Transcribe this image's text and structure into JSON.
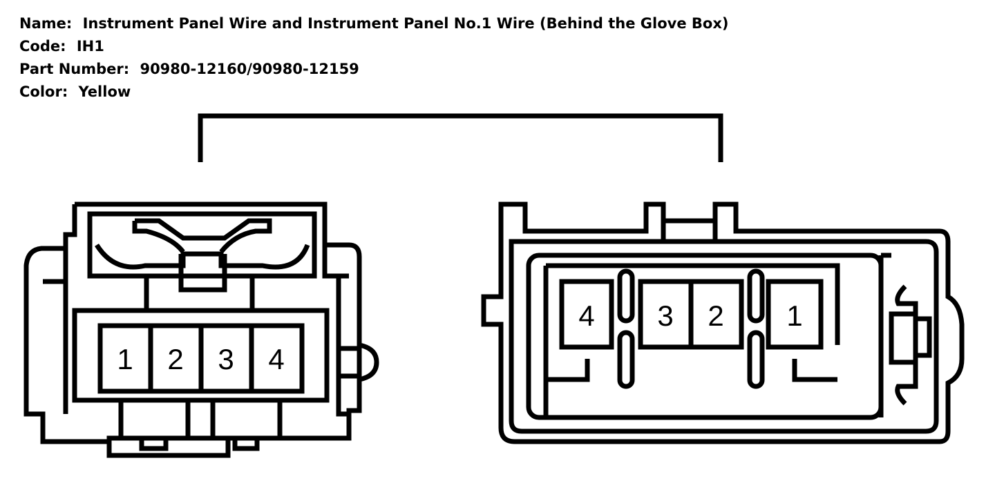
{
  "header": {
    "name_label": "Name:",
    "name_value": "Instrument Panel Wire and Instrument Panel No.1 Wire (Behind the Glove Box)",
    "code_label": "Code:",
    "code_value": "IH1",
    "part_label": "Part Number:",
    "part_value": "90980-12160/90980-12159",
    "color_label": "Color:",
    "color_value": "Yellow"
  },
  "left_connector": {
    "pins": [
      "1",
      "2",
      "3",
      "4"
    ]
  },
  "right_connector": {
    "pins": [
      "4",
      "3",
      "2",
      "1"
    ]
  },
  "colors": {
    "line": "#000000",
    "background": "#ffffff"
  }
}
